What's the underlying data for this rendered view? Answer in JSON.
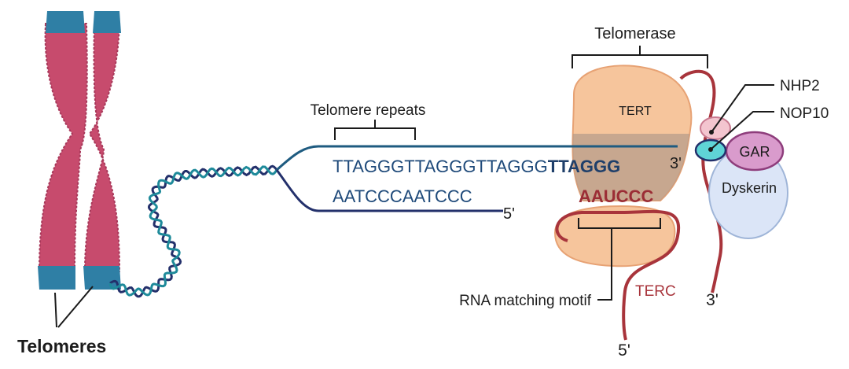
{
  "labels": {
    "telomerase": "Telomerase",
    "telomere_repeats": "Telomere repeats",
    "tert": "TERT",
    "nhp2": "NHP2",
    "nop10": "NOP10",
    "gar": "GAR",
    "dyskerin": "Dyskerin",
    "terc": "TERC",
    "rna_matching_motif": "RNA matching motif",
    "telomeres": "Telomeres"
  },
  "sequences": {
    "top_strand_repeats": "TTAGGGTTAGGGTTAGGG",
    "top_strand_highlight": "TTAGGG",
    "bottom_strand": "AATCCCAATCCC",
    "rna_template": "AAUCCC"
  },
  "ends": {
    "top_3prime": "3'",
    "bottom_5prime": "5'",
    "terc_3prime": "3'",
    "terc_5prime": "5'"
  },
  "colors": {
    "chromosome": "#c74b6d",
    "telomere_cap": "#2f7fa5",
    "dna_strand_1": "#1e8a9a",
    "dna_strand_2": "#23306b",
    "sequence_text": "#1f4a7a",
    "rna_text": "#9b2d35",
    "tert_fill": "#f6c59c",
    "tert_stroke": "#e7a274",
    "rna_strand": "#a8343b",
    "template_region": "#b49a8a",
    "dyskerin_fill": "#dbe5f7",
    "gar_fill": "#d99bcc",
    "nop10_fill": "#5fd4d6",
    "nhp2_fill": "#f3c5cf"
  }
}
